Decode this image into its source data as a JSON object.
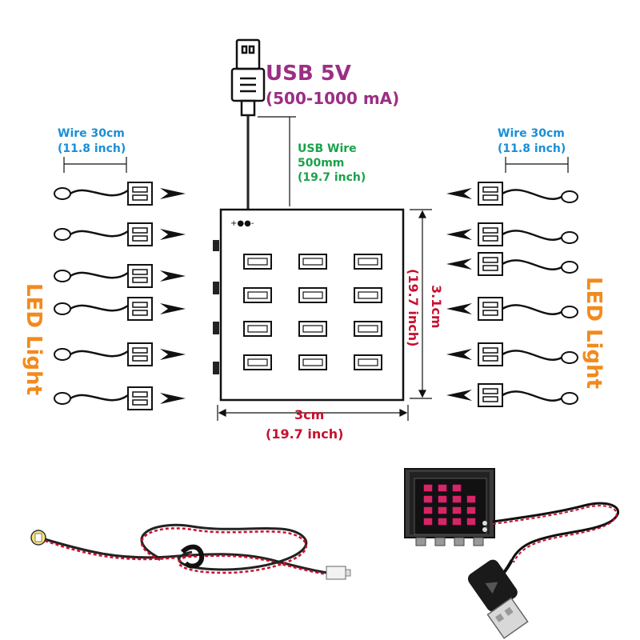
{
  "usb": {
    "title": "USB 5V",
    "current": "(500-1000 mA)"
  },
  "usb_wire": {
    "line1": "USB Wire",
    "line2": "500mm",
    "line3": "(19.7 inch)"
  },
  "left_wire": {
    "line1": "Wire 30cm",
    "line2": "(11.8 inch)"
  },
  "right_wire": {
    "line1": "Wire 30cm",
    "line2": "(11.8 inch)"
  },
  "board": {
    "polarity": "+●●-",
    "width_label": "3cm",
    "width_inch": "(19.7 inch)",
    "height_label": "3.1cm",
    "height_inch": "(19.7 inch)",
    "ports": 12
  },
  "led_left": "LED Light",
  "led_right": "LED Light",
  "colors": {
    "usb_text": "#9b2f84",
    "wire_text": "#1a8fd6",
    "usb_wire_text": "#1aa24a",
    "dimension_text": "#c8102e",
    "led_text": "#f28a1c"
  }
}
